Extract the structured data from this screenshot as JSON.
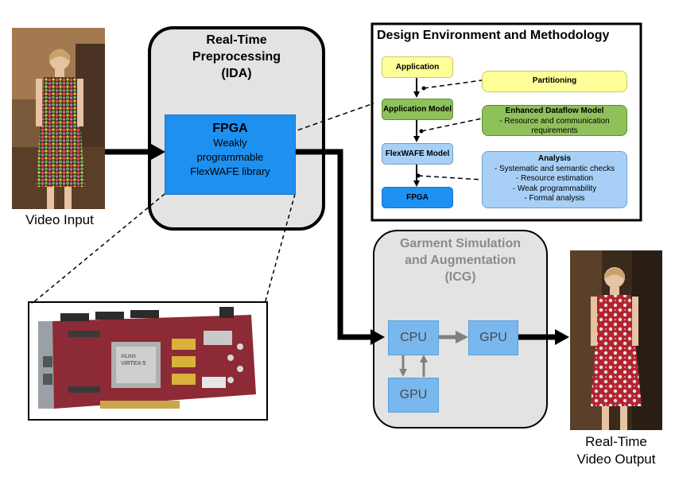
{
  "video_input": {
    "caption": "Video Input"
  },
  "video_output": {
    "caption_line1": "Real-Time",
    "caption_line2": "Video Output"
  },
  "ida": {
    "title_line1": "Real-Time",
    "title_line2": "Preprocessing",
    "title_line3": "(IDA)",
    "fpga_title": "FPGA",
    "fpga_desc_line1": "Weakly",
    "fpga_desc_line2": "programmable",
    "fpga_desc_line3": "FlexWAFE library"
  },
  "design_env": {
    "title": "Design Environment and Methodology",
    "nodes": {
      "application": "Application",
      "application_model": "Application Model",
      "flexwafe_model": "FlexWAFE Model",
      "fpga": "FPGA"
    },
    "partitioning": "Partitioning",
    "enhanced": {
      "heading": "Enhanced Dataflow Model",
      "line1": "- Resource and communication",
      "line2": "requirements"
    },
    "analysis": {
      "heading": "Analysis",
      "item1": "- Systematic and semantic checks",
      "item2": "- Resource estimation",
      "item3": "- Weak programmability",
      "item4": "- Formal analysis"
    }
  },
  "icg": {
    "title_line1": "Garment Simulation",
    "title_line2": "and Augmentation",
    "title_line3": "(ICG)",
    "cpu": "CPU",
    "gpu_right": "GPU",
    "gpu_bottom": "GPU"
  },
  "board_chip": {
    "brand": "XILINX",
    "model": "VIRTEX-5"
  },
  "colors": {
    "fpga_blue": "#1e90f0",
    "light_blue": "#a8d0f7",
    "green": "#8fc15a",
    "yellow": "#ffff99",
    "panel_gray": "#e3e3e3",
    "processor_blue": "#79b8ef"
  }
}
